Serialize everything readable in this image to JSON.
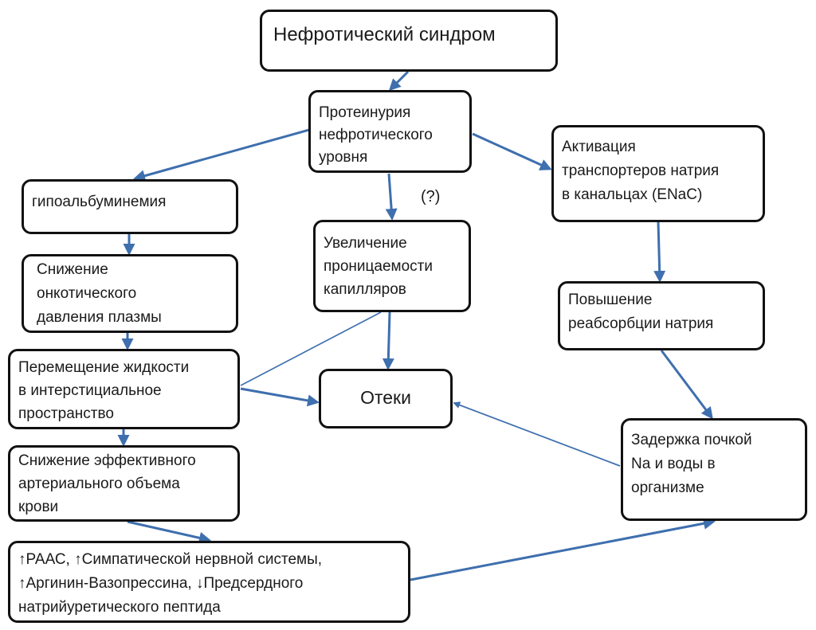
{
  "nodes": {
    "nephrotic": "Нефротический синдром",
    "proteinuria": "Протеинурия\nнефротического\nуровня",
    "hypoalbumin": "гипоальбуминемия",
    "oncotic": "Снижение\nонкотического\nдавления плазмы",
    "fluid_shift": "Перемещение жидкости\nв интерстициальное\nпространство",
    "volume": "Снижение эффективного\nартериального объема\nкрови",
    "raas": "↑РААС, ↑Симпатической нервной системы,\n↑Аргинин-Вазопрессина, ↓Предсердного\nнатрийуретического пептида",
    "permeability": "Увеличение\nпроницаемости\nкапилляров",
    "edema": "Отеки",
    "enac": "Активация\nтранспортеров натрия\nв канальцах (ENaC)",
    "reabsorption": "Повышение\nреабсорбции натрия",
    "retention": "Задержка почкой\nNa и воды в\nорганизме"
  },
  "annotation": "(?)",
  "colors": {
    "arrow": "#3e6fae",
    "border": "#111111"
  }
}
